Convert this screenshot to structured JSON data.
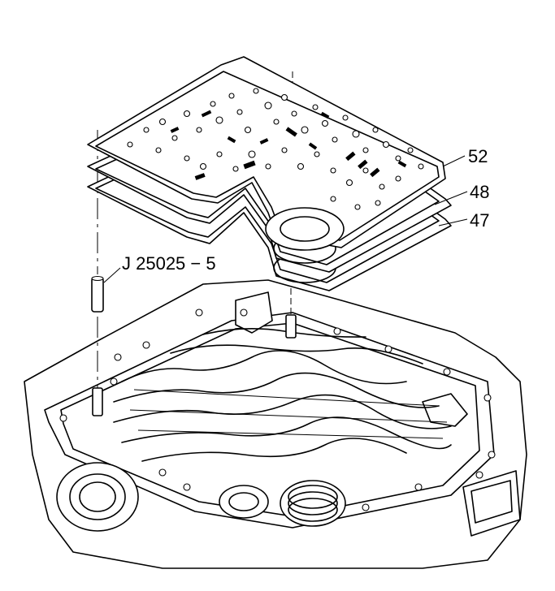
{
  "callouts": {
    "plate_52": "52",
    "gasket_48": "48",
    "gasket_47": "47",
    "tool_pin": "J 25025 − 5"
  },
  "colors": {
    "ink": "#000000",
    "paper": "#ffffff"
  }
}
